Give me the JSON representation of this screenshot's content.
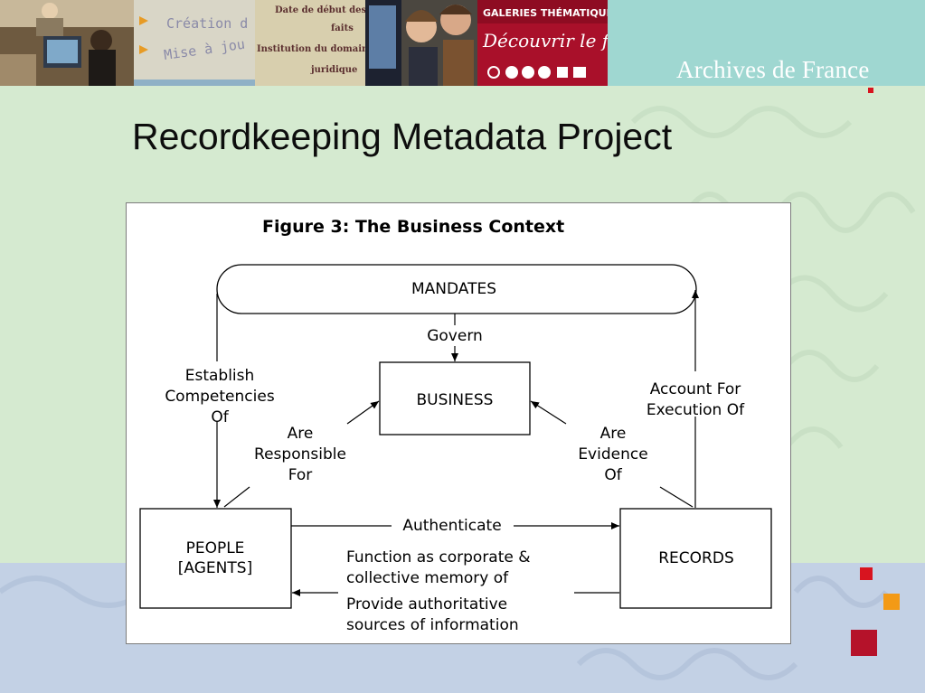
{
  "slide": {
    "title": "Recordkeeping Metadata Project",
    "brand": "Archives de France"
  },
  "header_photos": {
    "photo2_lines": [
      "Création d",
      "Mise à jou"
    ],
    "photo3_lines": [
      "Date de début des",
      "faits",
      "Institution du domaine",
      "juridique"
    ],
    "photo5_lines": [
      "GALERIES THÉMATIQUES",
      "Découvrir le fo"
    ]
  },
  "figure": {
    "caption": "Figure 3:  The Business Context",
    "mandates": "MANDATES",
    "business": "BUSINESS",
    "people": [
      "PEOPLE",
      "[AGENTS]"
    ],
    "records": "RECORDS",
    "govern": "Govern",
    "establish": [
      "Establish",
      "Competencies",
      "Of"
    ],
    "responsible": [
      "Are",
      "Responsible",
      "For"
    ],
    "evidence": [
      "Are",
      "Evidence",
      "Of"
    ],
    "account": [
      "Account For",
      "Execution Of"
    ],
    "authenticate": "Authenticate",
    "function_as": [
      "Function as corporate &",
      "collective memory of"
    ],
    "provide": [
      "Provide authoritative",
      "sources of information"
    ]
  },
  "colors": {
    "accent_red": "#d8141f",
    "accent_orange": "#f39a16",
    "accent_dark_red": "#b5122a"
  }
}
